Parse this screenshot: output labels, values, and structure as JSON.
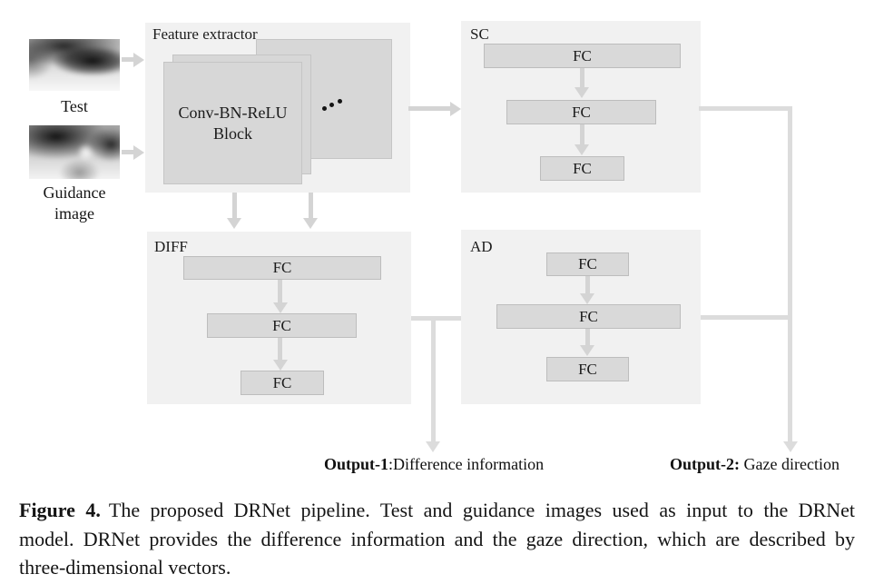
{
  "figure": {
    "inputs": {
      "test_image_label": "Test",
      "guidance_image_label_line1": "Guidance",
      "guidance_image_label_line2": "image"
    },
    "feature_extractor": {
      "title": "Feature extractor",
      "block_line1": "Conv-BN-ReLU",
      "block_line2": "Block",
      "ellipsis_icon": "•••"
    },
    "sc": {
      "title": "SC",
      "layers": [
        "FC",
        "FC",
        "FC"
      ]
    },
    "diff": {
      "title": "DIFF",
      "layers": [
        "FC",
        "FC",
        "FC"
      ]
    },
    "ad": {
      "title": "AD",
      "layers": [
        "FC",
        "FC",
        "FC"
      ]
    },
    "outputs": {
      "output1_label": "Output-1",
      "output1_text": ":Difference information",
      "output2_label": "Output-2:",
      "output2_text": " Gaze direction"
    }
  },
  "caption": {
    "label": "Figure 4.",
    "line1": "The proposed DRNet pipeline.  Test and guidance images used as input to the DRNet",
    "line2": "model. DRNet provides the difference information and the gaze direction, which are described by",
    "line3": "three-dimensional vectors."
  },
  "colors": {
    "panel_bg": "#f1f1f1",
    "box_fill": "#d9d9d9",
    "box_border": "#bdbdbd",
    "arrow": "#d4d4d4",
    "connector": "#dcdcdc",
    "text": "#1c1c1c"
  }
}
